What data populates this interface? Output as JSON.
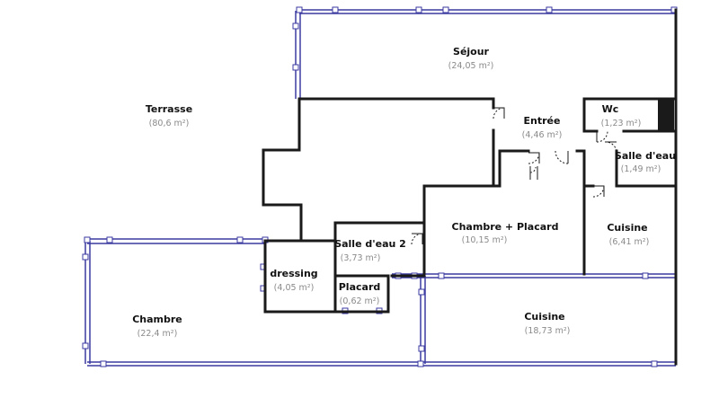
{
  "rooms": [
    {
      "id": "sejour",
      "name": "Séjour",
      "area": "(24,05 m²)"
    },
    {
      "id": "terrasse",
      "name": "Terrasse",
      "area": "(80,6 m²)"
    },
    {
      "id": "entree",
      "name": "Entrée",
      "area": "(4,46 m²)"
    },
    {
      "id": "wc",
      "name": "Wc",
      "area": "(1,23 m²)"
    },
    {
      "id": "salle-deau",
      "name": "Salle d'eau",
      "area": "(1,49 m²)"
    },
    {
      "id": "chambre-placard",
      "name": "Chambre + Placard",
      "area": "(10,15 m²)"
    },
    {
      "id": "cuisine-small",
      "name": "Cuisine",
      "area": "(6,41 m²)"
    },
    {
      "id": "salle-deau-2",
      "name": "Salle d'eau 2",
      "area": "(3,73 m²)"
    },
    {
      "id": "dressing",
      "name": "dressing",
      "area": "(4,05 m²)"
    },
    {
      "id": "placard",
      "name": "Placard",
      "area": "(0,62 m²)"
    },
    {
      "id": "chambre",
      "name": "Chambre",
      "area": "(22,4 m²)"
    },
    {
      "id": "cuisine-large",
      "name": "Cuisine",
      "area": "(18,73 m²)"
    }
  ],
  "colors": {
    "wall": "#1a1a1a",
    "window": "#3a3aa0",
    "label": "#111111",
    "area": "#8a8a8a"
  }
}
